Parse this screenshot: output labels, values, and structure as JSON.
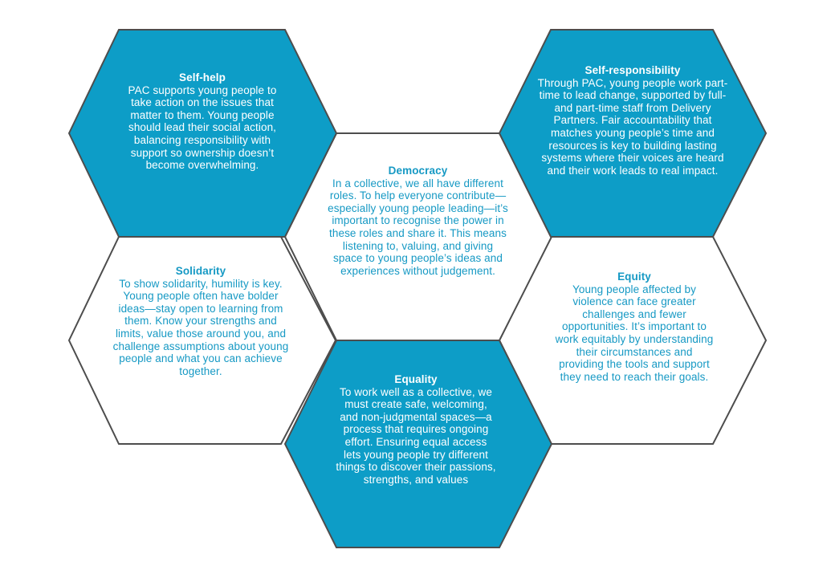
{
  "colors": {
    "filled": "#0d9dc7",
    "outline": "#4d4d4d",
    "light_text": "#ffffff",
    "dark_text": "#1699c4",
    "empty_fill": "#ffffff"
  },
  "hexagons": [
    {
      "id": "self-help",
      "style": "filled",
      "title": "Self-help",
      "body": "PAC supports young people to take action on the issues that matter to them. Young people should lead their social action, balancing responsibility with support so ownership doesn’t become overwhelming."
    },
    {
      "id": "self-responsibility",
      "style": "filled",
      "title": "Self-responsibility",
      "body": "Through PAC, young people work part-time to lead change, supported by full- and part-time staff from Delivery Partners. Fair accountability that matches young people’s time and resources is key to building lasting systems where their voices are heard and their work leads to real impact."
    },
    {
      "id": "democracy",
      "style": "outline",
      "title": "Democracy",
      "body": "In a collective, we all have different roles. To help everyone contribute—especially young people leading—it’s important to recognise the power in these roles and share it. This means listening to, valuing, and giving space to young people’s ideas and experiences without judgement."
    },
    {
      "id": "solidarity",
      "style": "outline",
      "title": "Solidarity",
      "body": "To show solidarity, humility is key. Young people often have bolder ideas—stay open to learning from them. Know your strengths and limits, value those around you, and challenge assumptions about young people and what you can achieve together."
    },
    {
      "id": "equity",
      "style": "outline",
      "title": "Equity",
      "body": "Young people affected by violence can face greater challenges and fewer opportunities. It’s important to work equitably by understanding their circumstances and providing the tools and support they need to reach their goals."
    },
    {
      "id": "equality",
      "style": "filled",
      "title": "Equality",
      "body": "To work well as a collective, we must create safe, welcoming, and non-judgmental spaces—a process that requires ongoing effort. Ensuring equal access lets young people try different things to discover their passions, strengths, and values"
    }
  ]
}
